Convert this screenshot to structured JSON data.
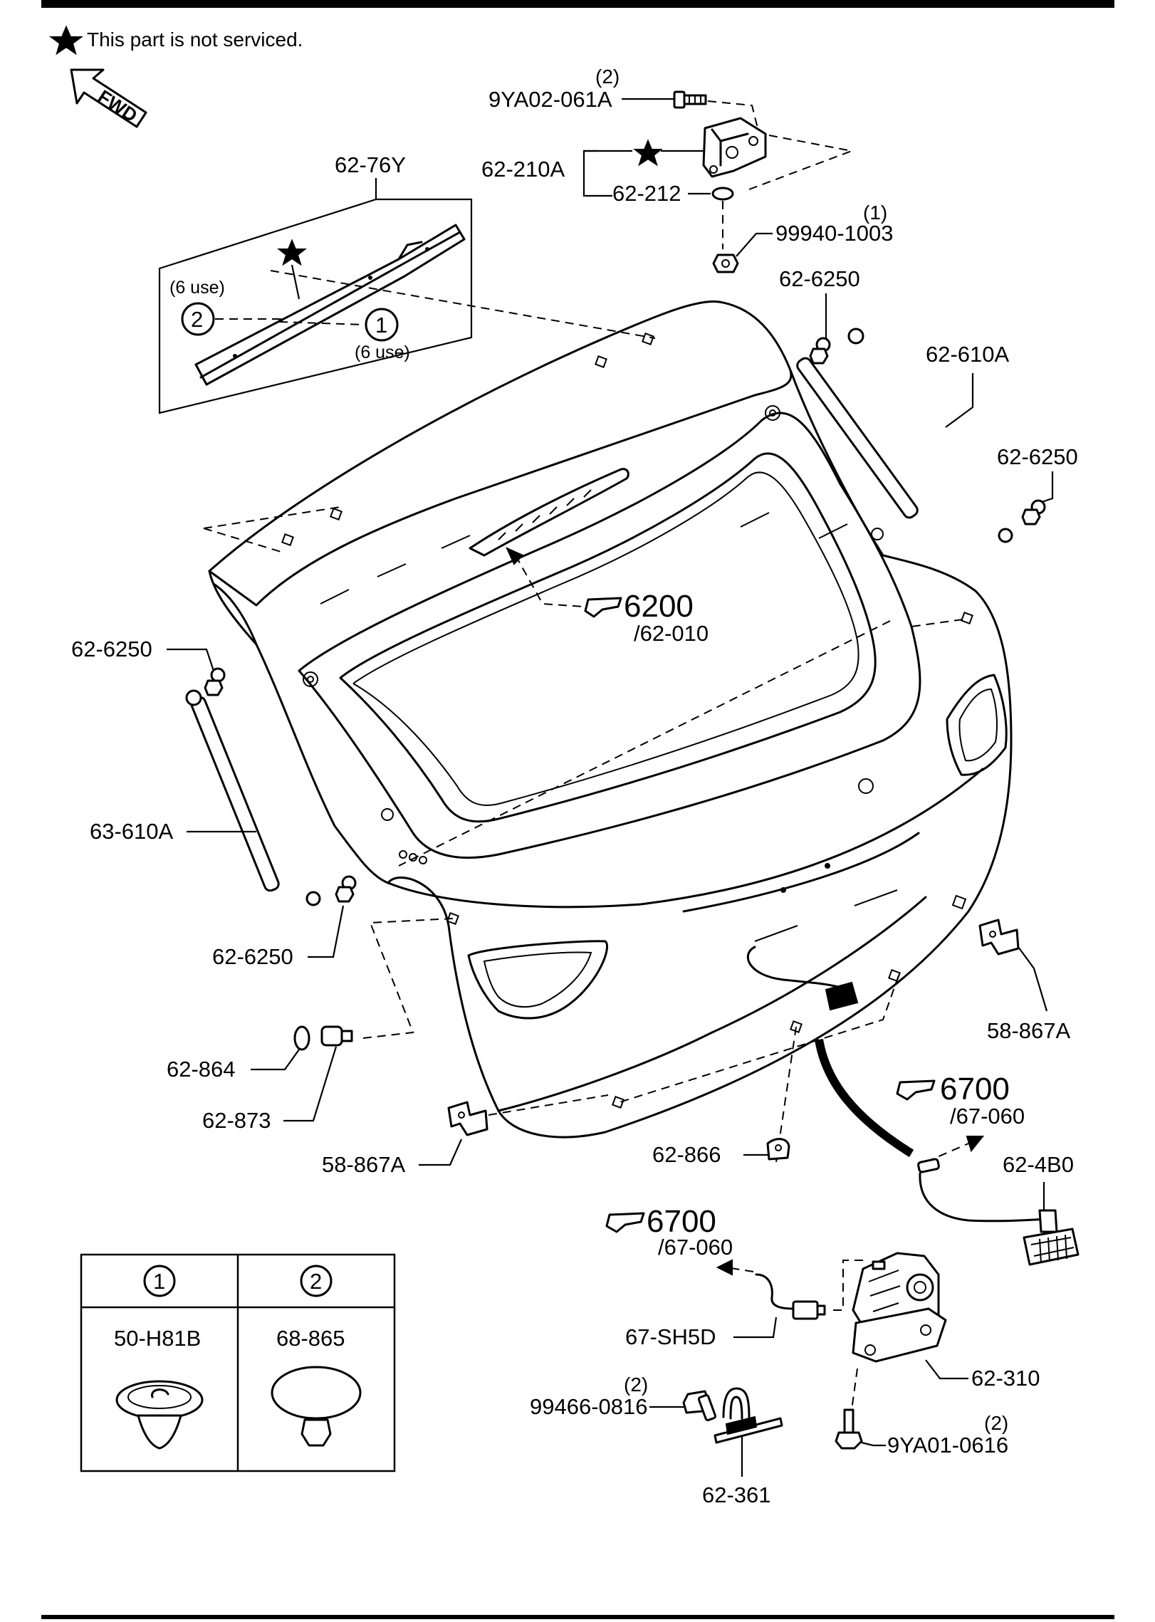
{
  "header": {
    "note": "This part is not serviced.",
    "fwd_label": "FWD"
  },
  "labels": {
    "p_9ya02_qty": "(2)",
    "p_9ya02": "9YA02-061A",
    "p_62_210a": "62-210A",
    "p_62_212": "62-212",
    "p_99940_qty": "(1)",
    "p_99940": "99940-1003",
    "p_62_76y": "62-76Y",
    "use_6_a": "(6 use)",
    "use_6_b": "(6 use)",
    "callout_1": "1",
    "callout_2": "2",
    "p_62_6250_a": "62-6250",
    "p_62_610a": "62-610A",
    "p_62_6250_b": "62-6250",
    "ref_6200": "6200",
    "ref_62_010": "/62-010",
    "p_62_6250_c": "62-6250",
    "p_63_610a": "63-610A",
    "p_62_6250_d": "62-6250",
    "p_58_867a_a": "58-867A",
    "p_62_864": "62-864",
    "p_62_873": "62-873",
    "ref_6700_a": "6700",
    "ref_67_060_a": "/67-060",
    "p_62_4b0": "62-4B0",
    "p_58_867a_b": "58-867A",
    "p_62_866": "62-866",
    "ref_6700_b": "6700",
    "ref_67_060_b": "/67-060",
    "p_67_sh5d": "67-SH5D",
    "p_62_310": "62-310",
    "p_99466_qty": "(2)",
    "p_99466": "99466-0816",
    "p_9ya01_qty": "(2)",
    "p_9ya01": "9YA01-0616",
    "p_62_361": "62-361"
  },
  "legend_table": {
    "headers": [
      "1",
      "2"
    ],
    "parts": [
      "50-H81B",
      "68-865"
    ]
  }
}
